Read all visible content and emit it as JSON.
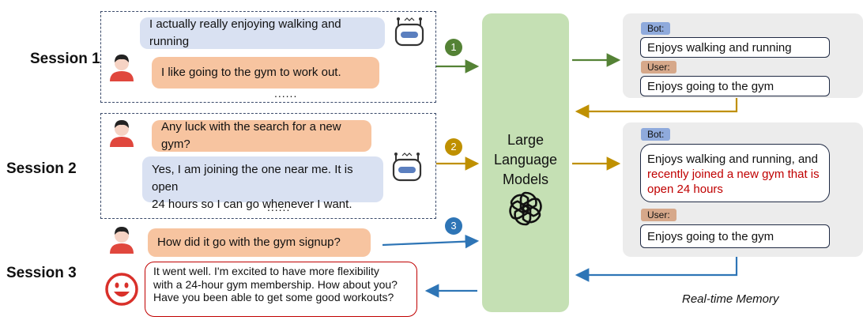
{
  "sessions": {
    "s1": {
      "label": "Session 1",
      "bot_msg": "I actually really enjoying walking and running",
      "user_msg": "I like going to the gym to work out.",
      "ellipsis": "......"
    },
    "s2": {
      "label": "Session 2",
      "user_msg": "Any luck with the search for a new gym?",
      "bot_msg_line1": "Yes, I am joining the one near me. It is open",
      "bot_msg_line2": "24 hours so I can go whenever I want.",
      "ellipsis": "......"
    },
    "s3": {
      "label": "Session 3",
      "user_msg": "How did it go with the gym signup?",
      "reply_lines": [
        "It went well. I'm excited to have more flexibility",
        "with a 24-hour gym membership. How about you?",
        "Have you been able to get some good workouts?"
      ]
    }
  },
  "llm": {
    "line1": "Large",
    "line2": "Language",
    "line3": "Models",
    "icon": "openai-logo-icon"
  },
  "steps": [
    "1",
    "2",
    "3"
  ],
  "memory1": {
    "bot_tag": "Bot:",
    "bot_text": "Enjoys walking and running",
    "user_tag": "User:",
    "user_text": "Enjoys going to the gym"
  },
  "memory2": {
    "bot_tag": "Bot:",
    "bot_line1": "Enjoys walking and running, and",
    "bot_line2_red": "recently joined a new gym that is",
    "bot_line3_red": "open 24 hours",
    "user_tag": "User:",
    "user_text": "Enjoys going to the gym"
  },
  "caption": "Real-time Memory",
  "colors": {
    "step1": "#548235",
    "step2": "#bf9000",
    "step3": "#2e75b6",
    "llm_bg": "#c5e0b4",
    "highlight_red": "#c00000"
  }
}
